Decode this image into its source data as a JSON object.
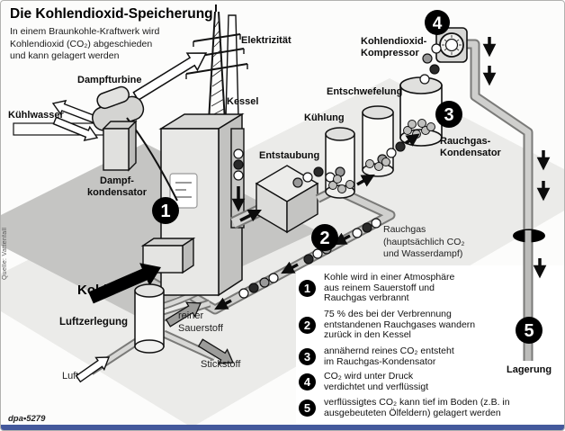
{
  "header": {
    "title": "Die Kohlendioxid-Speicherung",
    "subtitle_lines": [
      "In einem Braunkohle-Kraftwerk wird",
      "Kohlendioxid (CO₂) abgeschieden",
      "und kann gelagert werden"
    ]
  },
  "labels": {
    "elektrizitaet": "Elektrizität",
    "dampfturbine": "Dampfturbine",
    "kuehlwasser": "Kühlwasser",
    "dampfkondensator_line1": "Dampf-",
    "dampfkondensator_line2": "kondensator",
    "kessel": "Kessel",
    "entstaubung": "Entstaubung",
    "kuehlung": "Kühlung",
    "entschwefelung": "Entschwefelung",
    "kompressor_line1": "Kohlendioxid-",
    "kompressor_line2": "Kompressor",
    "rauchgaskondensator_line1": "Rauchgas-",
    "rauchgaskondensator_line2": "Kondensator",
    "rauchgas_line1": "Rauchgas",
    "rauchgas_line2": "(hauptsächlich CO₂",
    "rauchgas_line3": "und Wasserdampf)",
    "kohle": "Kohle",
    "luftzerlegung": "Luftzerlegung",
    "sauerstoff_line1": "reiner",
    "sauerstoff_line2": "Sauerstoff",
    "stickstoff": "Stickstoff",
    "luft": "Luft",
    "lagerung": "Lagerung"
  },
  "steps": [
    {
      "num": "1",
      "lines": [
        "Kohle wird in einer Atmosphäre",
        "aus reinem Sauerstoff und",
        "Rauchgas verbrannt"
      ]
    },
    {
      "num": "2",
      "lines": [
        "75 % des bei der Verbrennung",
        "entstandenen Rauchgases wandern",
        "zurück in den Kessel"
      ]
    },
    {
      "num": "3",
      "lines": [
        "annähernd reines CO₂ entsteht",
        "im Rauchgas-Kondensator"
      ]
    },
    {
      "num": "4",
      "lines": [
        "CO₂ wird unter Druck",
        "verdichtet und verflüssigt"
      ]
    },
    {
      "num": "5",
      "lines": [
        "verflüssigtes CO₂ kann tief im Boden (z.B. in",
        "ausgebeuteten Ölfeldern) gelagert werden"
      ]
    }
  ],
  "footer": {
    "credit": "dpa•5279",
    "source": "Quelle: Vattenfall"
  },
  "colors": {
    "accent_bar": "#44599c",
    "badge": "#000000",
    "platform_dark": "#c5c5c3",
    "platform_light": "#ebebe9"
  }
}
